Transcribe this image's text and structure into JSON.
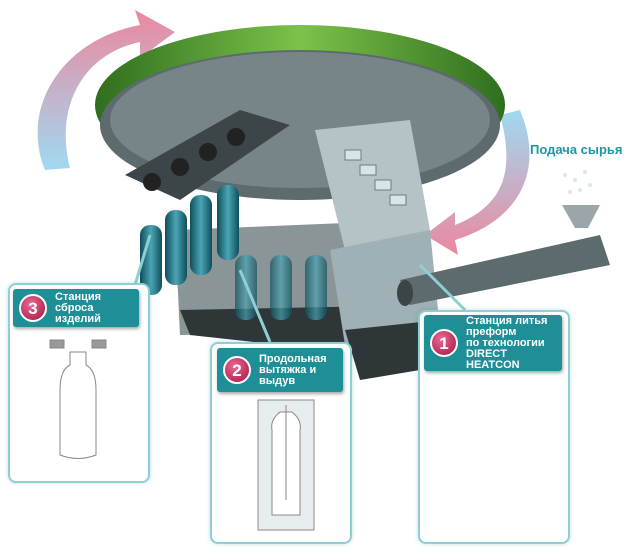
{
  "feed_label": "Подача сырья",
  "stations": [
    {
      "number": "1",
      "lines": [
        "Станция литья",
        "преформ",
        "по технологии",
        "DIRECT HEATCON"
      ]
    },
    {
      "number": "2",
      "lines": [
        "Продольная",
        "вытяжка и",
        "выдув"
      ]
    },
    {
      "number": "3",
      "lines": [
        "Станция",
        "сброса",
        "изделий"
      ]
    }
  ],
  "colors": {
    "teal": "#1e8f97",
    "ring_green": "#4f9a32",
    "badge_pink": "#c2285a",
    "machine_gray": "#5d6a6e"
  }
}
